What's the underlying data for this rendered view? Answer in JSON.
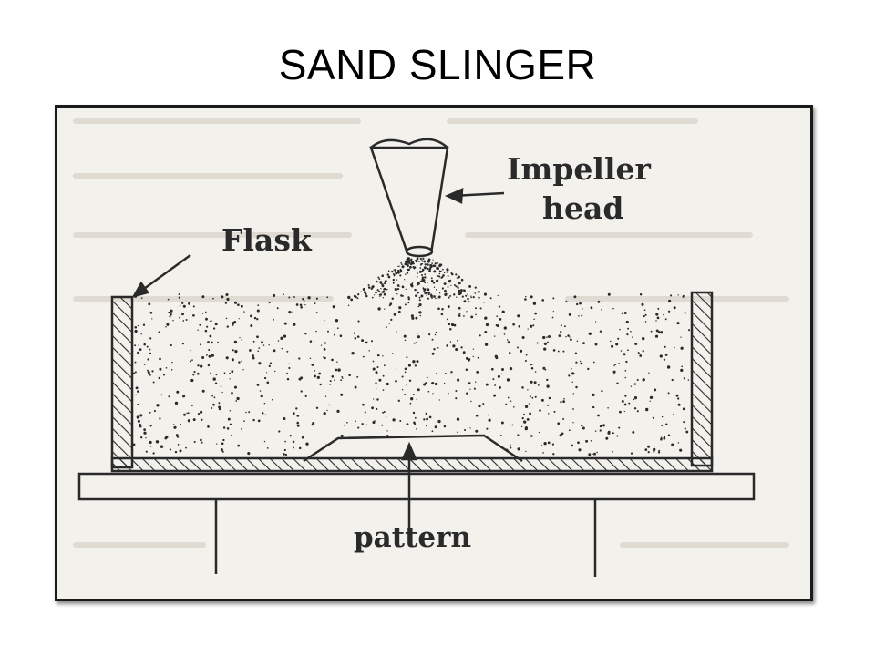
{
  "slide": {
    "title": "SAND SLINGER"
  },
  "diagram": {
    "labels": {
      "impeller_line1": "Impeller",
      "impeller_line2": "head",
      "flask": "Flask",
      "pattern": "pattern"
    },
    "colors": {
      "ink": "#2a2a2a",
      "paper": "#f3f1ec",
      "frame": "#1a1a1a"
    }
  }
}
